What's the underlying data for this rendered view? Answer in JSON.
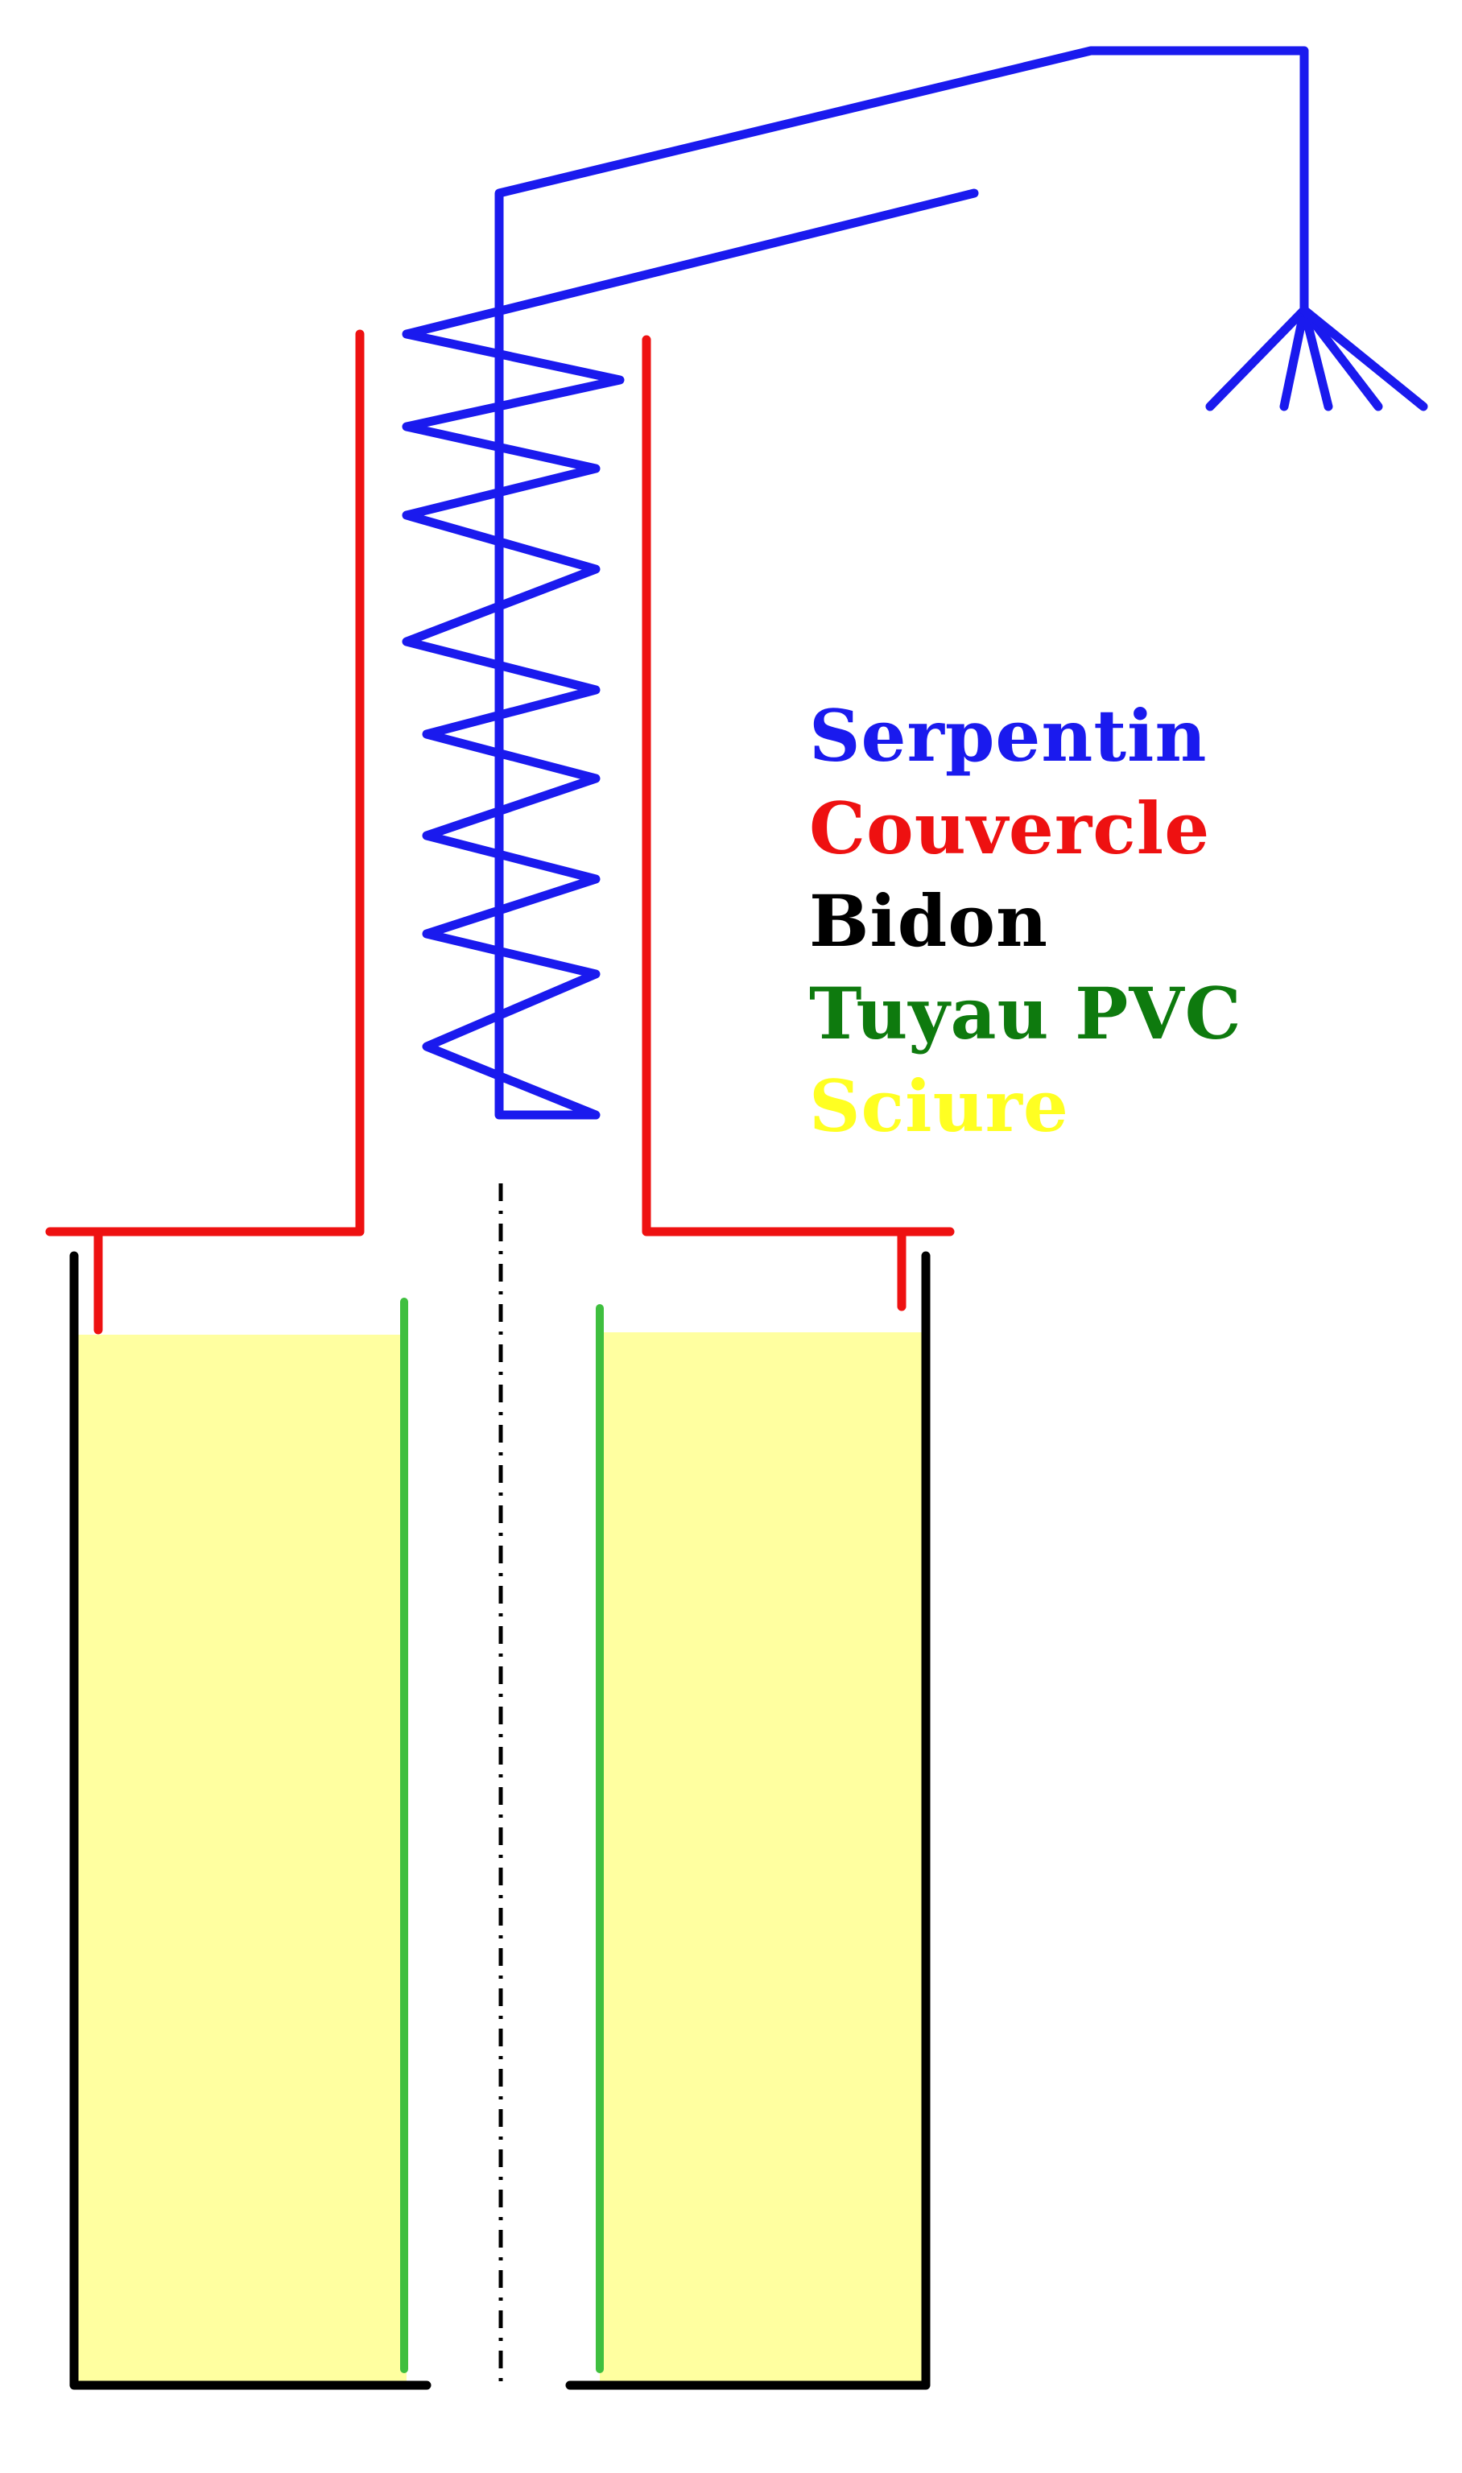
{
  "legend": [
    {
      "label": "Serpentin",
      "color": "#1a1aee"
    },
    {
      "label": "Couvercle",
      "color": "#ee1111"
    },
    {
      "label": "Bidon",
      "color": "#000000"
    },
    {
      "label": "Tuyau PVC",
      "color": "#0e7a0e"
    },
    {
      "label": "Sciure",
      "color": "#ffff22"
    }
  ],
  "parts": {
    "serpentin": {
      "color": "#1a1aee"
    },
    "couvercle": {
      "color": "#ee1111"
    },
    "bidon": {
      "color": "#000000"
    },
    "tuyau_pvc": {
      "color": "#3fbf3f"
    },
    "sciure": {
      "color": "#ffffa0"
    },
    "axis": {
      "color": "#000000"
    }
  }
}
